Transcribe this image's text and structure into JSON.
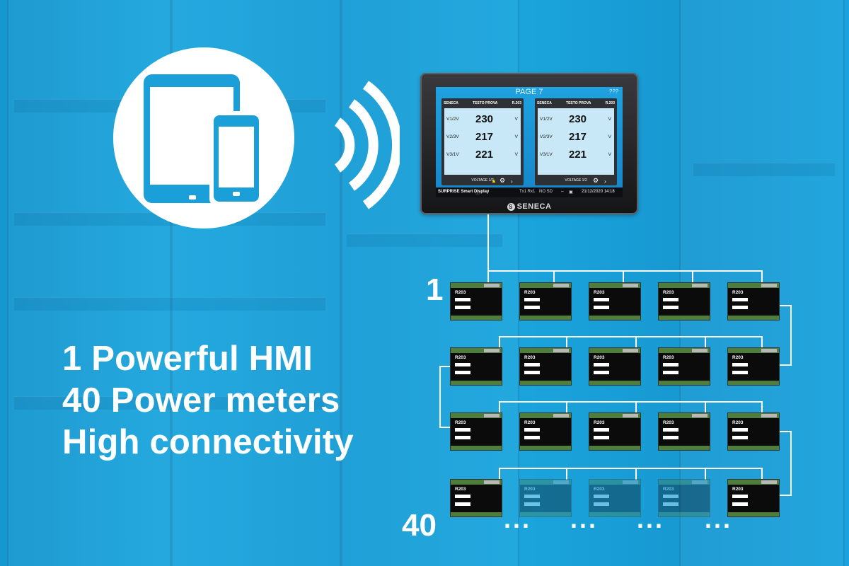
{
  "headline": {
    "line1": "1 Powerful HMI",
    "line2": "40 Power meters",
    "line3": "High connectivity"
  },
  "icons": {
    "devices": "tablet-and-smartphone-icon",
    "wireless": "wireless-signal-icon"
  },
  "hmi": {
    "page_title": "PAGE 7",
    "help": "???",
    "panels": [
      {
        "brand": "SENECA",
        "title": "TESTO PROVA",
        "model": "R.203",
        "rows": [
          {
            "label": "V1/2V",
            "value": "230",
            "unit": "V"
          },
          {
            "label": "V2/3V",
            "value": "217",
            "unit": "V"
          },
          {
            "label": "V3/1V",
            "value": "221",
            "unit": "V"
          }
        ],
        "footer": "VOLTAGE 1/2"
      },
      {
        "brand": "SENECA",
        "title": "TESTO PROVA",
        "model": "R.203",
        "rows": [
          {
            "label": "V1/2V",
            "value": "230",
            "unit": "V"
          },
          {
            "label": "V2/3V",
            "value": "217",
            "unit": "V"
          },
          {
            "label": "V3/1V",
            "value": "221",
            "unit": "V"
          }
        ],
        "footer": "VOLTAGE 1/2"
      }
    ],
    "status": {
      "product": "SURPRISE Smart Display",
      "tx_rx": "Tx1 Rx1",
      "no_sd": "NO SD",
      "datetime": "21/12/2020 14:18"
    },
    "brand": "SENECA"
  },
  "meter_label": "R203",
  "first_number": "1",
  "last_number": "40",
  "dots": "...",
  "colors": {
    "background": "#1aa3dc",
    "meter_strip": "#4f7d3b",
    "text": "#ffffff"
  }
}
